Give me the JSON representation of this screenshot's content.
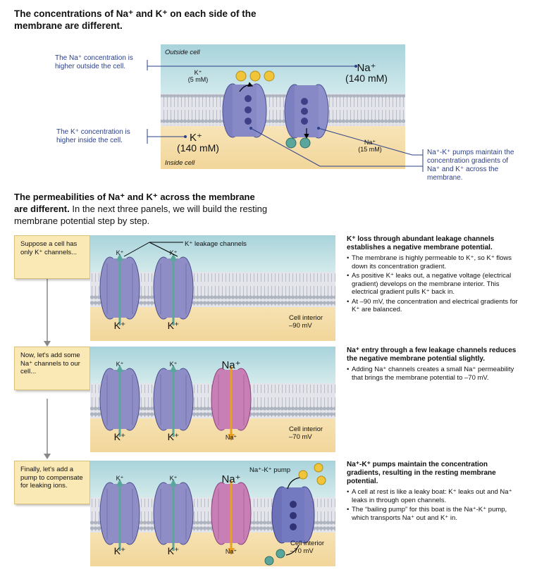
{
  "heading1": "The concentrations of Na⁺ and K⁺ on each side of the membrane are different.",
  "top_panel": {
    "outside_label": "Outside cell",
    "inside_label": "Inside cell",
    "k_out": "K⁺",
    "k_out_conc": "(5 mM)",
    "na_out": "Na⁺",
    "na_out_conc": "(140 mM)",
    "k_in": "K⁺",
    "k_in_conc": "(140 mM)",
    "na_in": "Na⁺",
    "na_in_conc": "(15 mM)",
    "na_ion": "Na⁺",
    "k_ion": "K⁺",
    "note_na": "The Na⁺ concentration is higher outside the cell.",
    "note_k": "The K⁺ concentration is higher inside the cell.",
    "note_pump": "Na⁺-K⁺ pumps maintain the concentration gradients of Na⁺ and K⁺ across the membrane."
  },
  "heading2_bold": "The permeabilities of Na⁺ and K⁺ across the membrane are different.",
  "heading2_rest": " In the next three panels, we will build the resting membrane potential step by step.",
  "panels": [
    {
      "sticky": "Suppose a cell has only K⁺ channels...",
      "channel_label": "K⁺ leakage channels",
      "k_top": "K⁺",
      "k_bottom": "K⁺",
      "cell_interior": "Cell interior",
      "voltage": "–90 mV",
      "title": "K⁺ loss through abundant leakage channels establishes a negative membrane potential.",
      "bullets": [
        "The membrane is highly permeable to K⁺, so K⁺ flows down its concentration gradient.",
        "As positive K⁺ leaks out, a negative voltage (electrical gradient) develops on the membrane interior. This electrical gradient pulls K⁺ back in.",
        "At –90 mV, the concentration and electrical gradients for K⁺ are balanced."
      ]
    },
    {
      "sticky": "Now, let's add some Na⁺ channels to our cell...",
      "k_top": "K⁺",
      "k_bottom": "K⁺",
      "na_top": "Na⁺",
      "na_bottom": "Na⁺",
      "cell_interior": "Cell interior",
      "voltage": "–70 mV",
      "title": "Na⁺ entry through a few leakage channels reduces the negative membrane potential slightly.",
      "bullets": [
        "Adding Na⁺ channels creates a small Na⁺ permeability that brings the membrane potential to –70 mV."
      ]
    },
    {
      "sticky": "Finally, let's add a pump to compensate for leaking ions.",
      "k_top": "K⁺",
      "k_bottom": "K⁺",
      "na_top": "Na⁺",
      "na_bottom": "Na⁺",
      "pump_label": "Na⁺-K⁺ pump",
      "cell_interior": "Cell interior",
      "voltage": "–70 mV",
      "title": "Na⁺-K⁺ pumps maintain the concentration gradients, resulting in the resting membrane potential.",
      "bullets": [
        "A cell at rest is like a leaky boat: K⁺ leaks out and Na⁺ leaks in through open channels.",
        "The “bailing pump” for this boat is the Na⁺-K⁺ pump, which transports Na⁺ out and K⁺ in."
      ]
    }
  ],
  "colors": {
    "outside": "#b9dde3",
    "inside": "#f6dfab",
    "membrane": "#c9ccd6",
    "k_channel": "#8f8dc6",
    "na_channel": "#c77fb5",
    "pump": "#6d72b8",
    "na_ion": "#f0c53a",
    "k_ion": "#5aa59c"
  }
}
